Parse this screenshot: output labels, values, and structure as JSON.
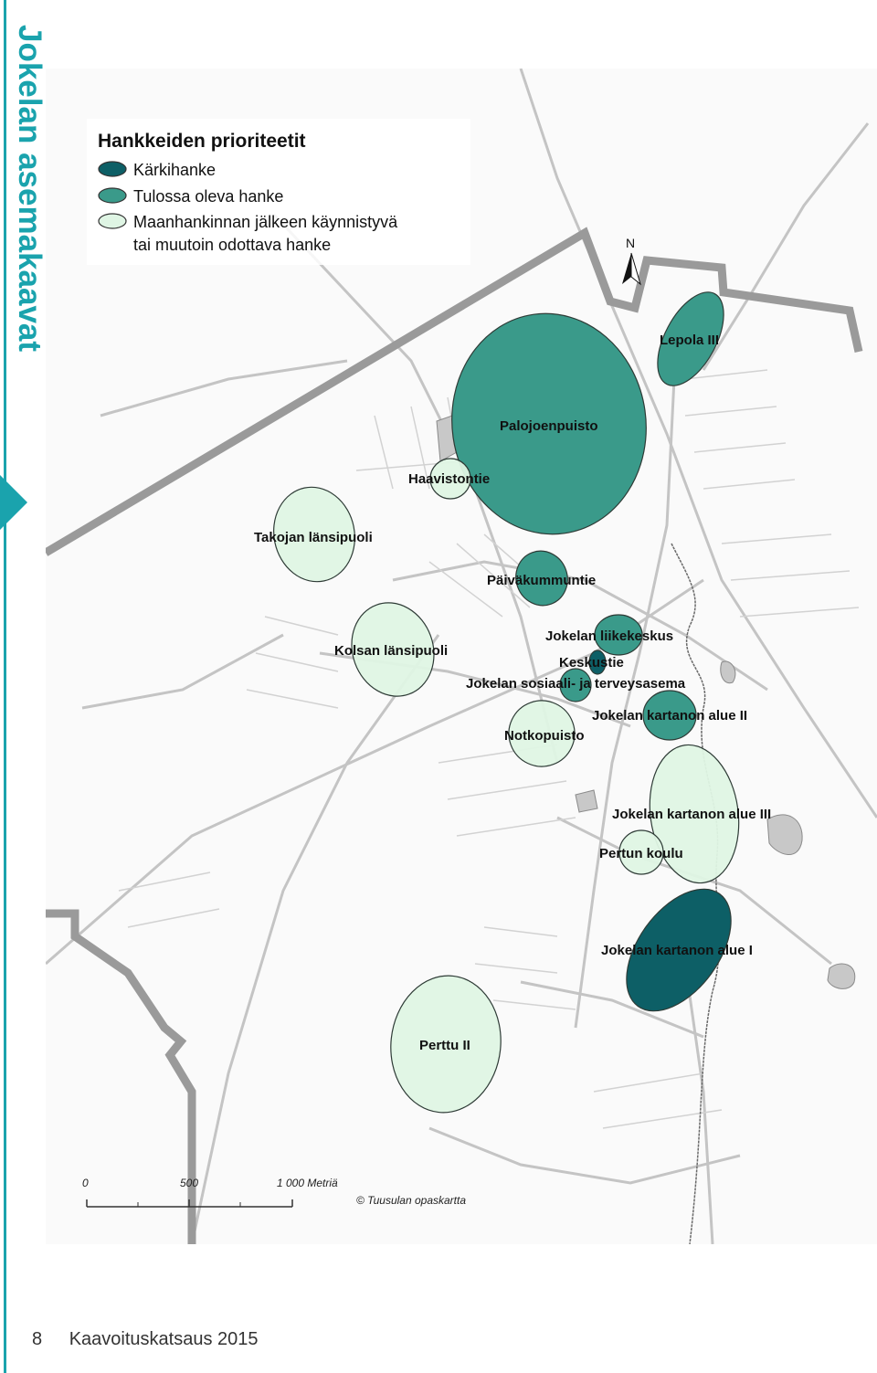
{
  "side_title": "Jokelan asemakaavat",
  "colors": {
    "accent": "#1aa3ad",
    "karkihanke": "#0d5f66",
    "tulossa": "#3a9a8a",
    "odottava": "#dff5e4",
    "boundary": "#9a9a9a",
    "streets": "#c4c4c4"
  },
  "legend": {
    "title": "Hankkeiden prioriteetit",
    "items": [
      {
        "label": "Kärkihanke",
        "category": "karkihanke"
      },
      {
        "label": "Tulossa oleva hanke",
        "category": "tulossa"
      },
      {
        "label": "Maanhankinnan jälkeen käynnistyvä",
        "label2": "tai muutoin odottava hanke",
        "category": "odottava"
      }
    ]
  },
  "north_arrow": "N",
  "areas": [
    {
      "name": "Lepola III",
      "category": "tulossa"
    },
    {
      "name": "Palojoenpuisto",
      "category": "tulossa"
    },
    {
      "name": "Haavistontie",
      "category": "odottava"
    },
    {
      "name": "Takojan länsipuoli",
      "category": "odottava"
    },
    {
      "name": "Päiväkummuntie",
      "category": "tulossa"
    },
    {
      "name": "Kolsan länsipuoli",
      "category": "odottava"
    },
    {
      "name": "Jokelan liikekeskus",
      "category": "tulossa"
    },
    {
      "name": "Keskustie",
      "category": "karkihanke"
    },
    {
      "name": "Jokelan sosiaali- ja terveysasema",
      "category": "tulossa"
    },
    {
      "name": "Notkopuisto",
      "category": "odottava"
    },
    {
      "name": "Jokelan kartanon alue II",
      "category": "tulossa"
    },
    {
      "name": "Jokelan kartanon alue III",
      "category": "odottava"
    },
    {
      "name": "Pertun koulu",
      "category": "odottava"
    },
    {
      "name": "Jokelan kartanon alue I",
      "category": "karkihanke"
    },
    {
      "name": "Perttu II",
      "category": "odottava"
    }
  ],
  "scale_bar": {
    "labels": [
      "0",
      "500",
      "1 000 Metriä"
    ]
  },
  "copyright": "© Tuusulan opaskartta",
  "footer": {
    "page_number": "8",
    "publication": "Kaavoituskatsaus 2015"
  }
}
